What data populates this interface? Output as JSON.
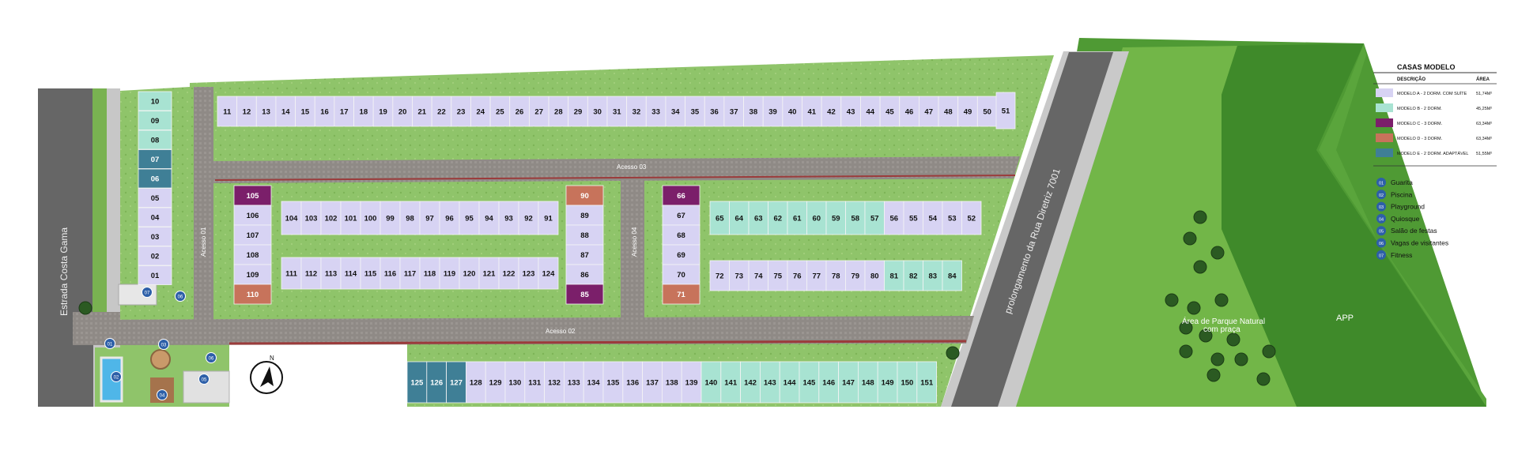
{
  "labels": {
    "road_costa_gama": "Estrada Costa Gama",
    "road_direita": "prolongamento da Rua Diretriz 7001",
    "acesso_01": "Acesso 01",
    "acesso_02": "Acesso 02",
    "acesso_03": "Acesso 03",
    "acesso_04": "Acesso 04",
    "parque": "Área de Parque Natural",
    "parque2": "com praça",
    "app": "APP",
    "north": "N"
  },
  "legend": {
    "title": "CASAS MODELO",
    "col_desc": "DESCRIÇÃO",
    "col_area": "ÁREA",
    "models": [
      {
        "color": "#d7d3f3",
        "desc": "MODELO A - 2 DORM. COM SUÍTE",
        "area": "51,74M²"
      },
      {
        "color": "#a8e3d2",
        "desc": "MODELO B - 2 DORM.",
        "area": "45,25M²"
      },
      {
        "color": "#7b1f6a",
        "desc": "MODELO C - 3 DORM.",
        "area": "63,34M²"
      },
      {
        "color": "#c7735b",
        "desc": "MODELO D - 3 DORM.",
        "area": "63,34M²"
      },
      {
        "color": "#3f7f96",
        "desc": "MODELO E - 2 DORM. ADAPTÁVEL",
        "area": "51,55M²"
      }
    ],
    "amenities": [
      {
        "num": "01",
        "label": "Guarita"
      },
      {
        "num": "02",
        "label": "Piscina"
      },
      {
        "num": "03",
        "label": "Playground"
      },
      {
        "num": "04",
        "label": "Quiosque"
      },
      {
        "num": "05",
        "label": "Salão de festas"
      },
      {
        "num": "06",
        "label": "Vagas de visitantes"
      },
      {
        "num": "07",
        "label": "Fitness"
      }
    ]
  },
  "amenity_markers": [
    "01",
    "02",
    "03",
    "04",
    "05",
    "06",
    "06",
    "07"
  ],
  "lots": {
    "west_column": [
      "10",
      "09",
      "08",
      "07",
      "06",
      "05",
      "04",
      "03",
      "02",
      "01"
    ],
    "north_row": [
      "11",
      "12",
      "13",
      "14",
      "15",
      "16",
      "17",
      "18",
      "19",
      "20",
      "21",
      "22",
      "23",
      "24",
      "25",
      "26",
      "27",
      "28",
      "29",
      "30",
      "31",
      "32",
      "33",
      "34",
      "35",
      "36",
      "37",
      "38",
      "39",
      "40",
      "41",
      "42",
      "43",
      "44",
      "45",
      "46",
      "47",
      "48",
      "49",
      "50",
      "51"
    ],
    "block_a_column": [
      "105",
      "106",
      "107",
      "108",
      "109",
      "110"
    ],
    "block_a_top": [
      "104",
      "103",
      "102",
      "101",
      "100",
      "99",
      "98",
      "97",
      "96",
      "95",
      "94",
      "93",
      "92",
      "91"
    ],
    "block_a_bottom": [
      "111",
      "112",
      "113",
      "114",
      "115",
      "116",
      "117",
      "118",
      "119",
      "120",
      "121",
      "122",
      "123",
      "124"
    ],
    "block_a_east": [
      "90",
      "89",
      "88",
      "87",
      "86",
      "85"
    ],
    "block_b_column": [
      "66",
      "67",
      "68",
      "69",
      "70",
      "71"
    ],
    "block_b_top": [
      "65",
      "64",
      "63",
      "62",
      "61",
      "60",
      "59",
      "58",
      "57",
      "56",
      "55",
      "54",
      "53",
      "52"
    ],
    "block_b_bottom": [
      "72",
      "73",
      "74",
      "75",
      "76",
      "77",
      "78",
      "79",
      "80",
      "81",
      "82",
      "83",
      "84"
    ],
    "south_row": [
      "125",
      "126",
      "127",
      "128",
      "129",
      "130",
      "131",
      "132",
      "133",
      "134",
      "135",
      "136",
      "137",
      "138",
      "139",
      "140",
      "141",
      "142",
      "143",
      "144",
      "145",
      "146",
      "147",
      "148",
      "149",
      "150",
      "151"
    ]
  }
}
